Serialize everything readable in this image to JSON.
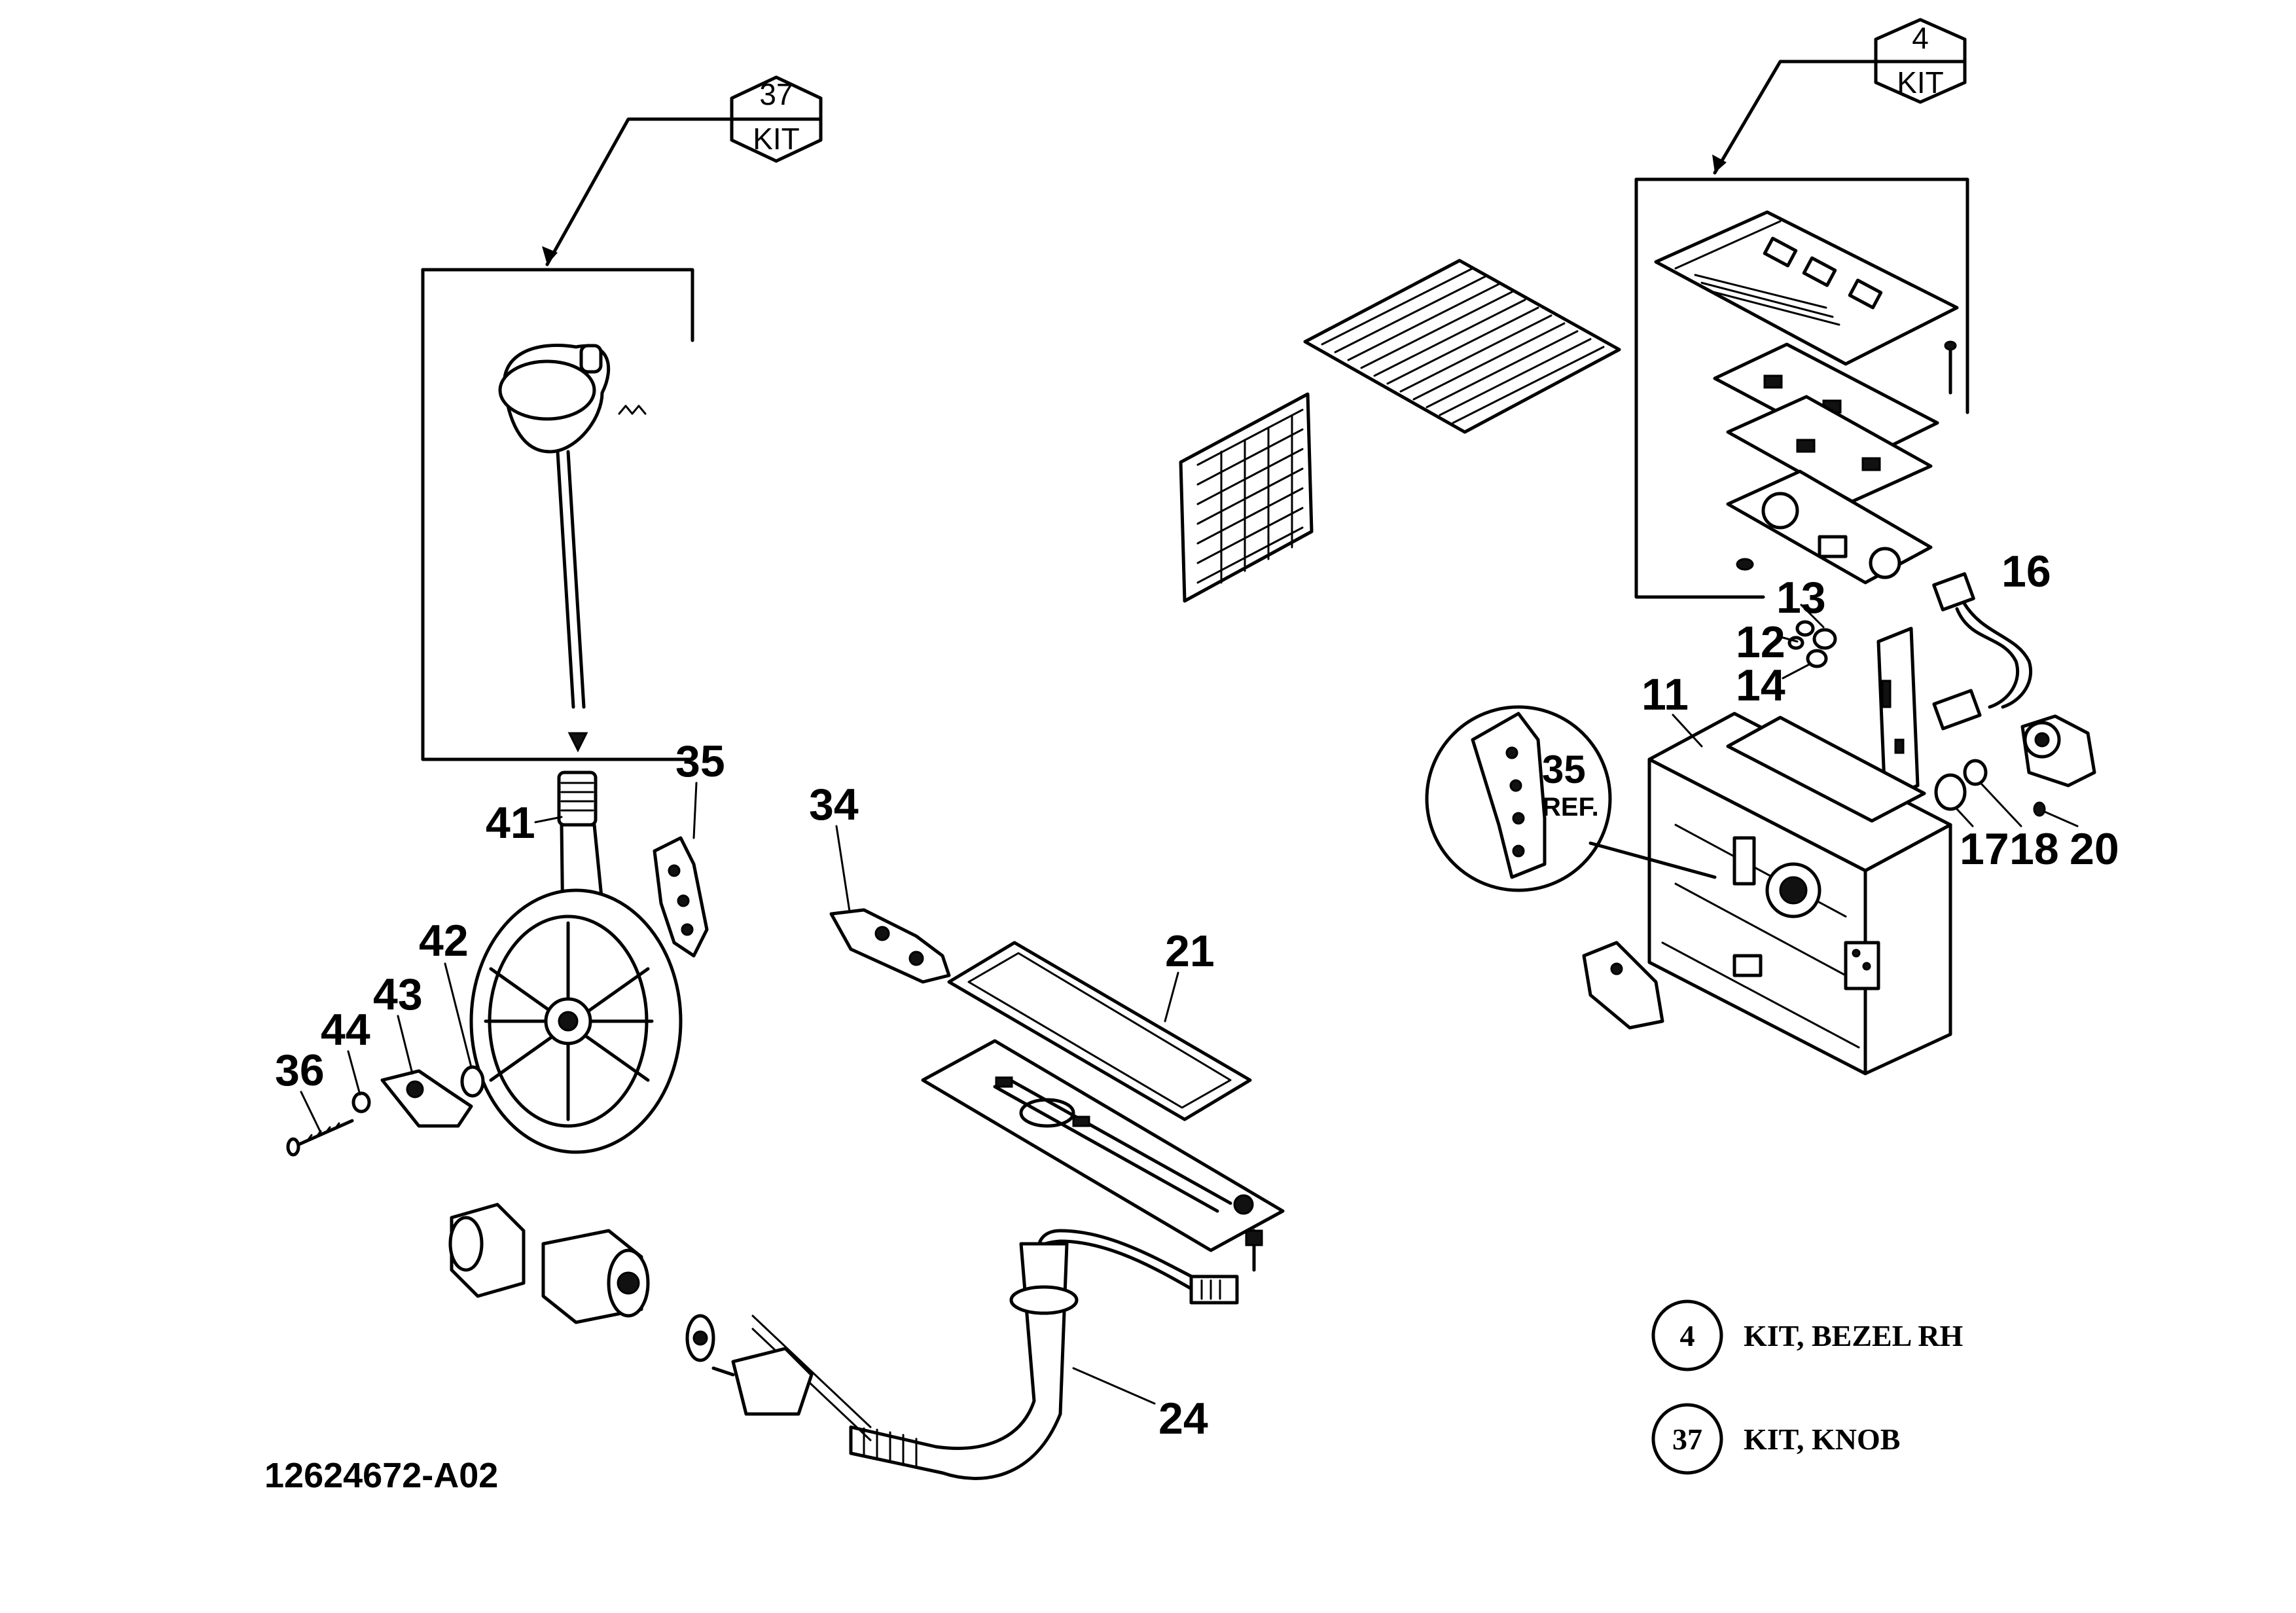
{
  "drawing_number": "12624672-A02",
  "callouts": {
    "c11": "11",
    "c12": "12",
    "c13": "13",
    "c14": "14",
    "c16": "16",
    "c17": "17",
    "c18": "18",
    "c20": "20",
    "c21": "21",
    "c24": "24",
    "c34": "34",
    "c35": "35",
    "c35_ref_num": "35",
    "c35_ref_text": "REF.",
    "c36": "36",
    "c41": "41",
    "c42": "42",
    "c43": "43",
    "c44": "44"
  },
  "kit_tags": {
    "knob_kit": {
      "number": "37",
      "label": "KIT"
    },
    "bezel_kit": {
      "number": "4",
      "label": "KIT"
    }
  },
  "legend": [
    {
      "number": "4",
      "text": "KIT, BEZEL RH"
    },
    {
      "number": "37",
      "text": "KIT, KNOB"
    }
  ]
}
